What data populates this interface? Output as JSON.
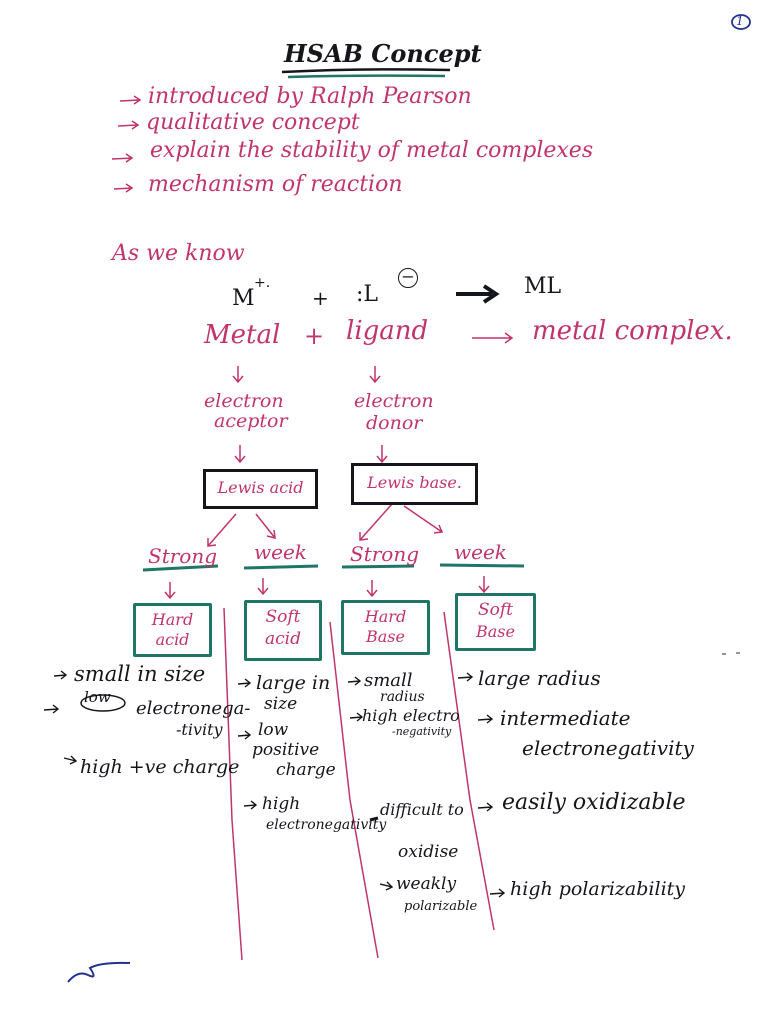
{
  "page_number": "1",
  "title": "HSAB Concept",
  "intro_points": [
    "introduced by Ralph Pearson",
    "qualitative concept",
    "explain the stability of metal complexes",
    "mechanism of reaction"
  ],
  "as_we_know": "As we know",
  "equation": {
    "metal": "M",
    "metal_charge": "+.",
    "plus": "+",
    "ligand": ":L",
    "ligand_charge": "−",
    "product": "ML"
  },
  "words": {
    "metal": "Metal",
    "plus": "+",
    "ligand": "ligand",
    "complex": "metal complex."
  },
  "roles": {
    "acceptor_1": "electron",
    "acceptor_2": "aceptor",
    "donor_1": "electron",
    "donor_2": "donor"
  },
  "lewis": {
    "acid": "Lewis acid",
    "base": "Lewis base."
  },
  "strengths": [
    "Strong",
    "week",
    "Strong",
    "week"
  ],
  "categories": [
    {
      "line1": "Hard",
      "line2": "acid"
    },
    {
      "line1": "Soft",
      "line2": "acid"
    },
    {
      "line1": "Hard",
      "line2": "Base"
    },
    {
      "line1": "Soft",
      "line2": "Base"
    }
  ],
  "hard_acid": {
    "p1": "small in size",
    "p2_word": "low",
    "p2_a": "electronega-",
    "p2_b": "-tivity",
    "p3": "high +ve charge"
  },
  "soft_acid": {
    "p1_a": "large in",
    "p1_b": "size",
    "p2_a": "low",
    "p2_b": "positive",
    "p2_c": "charge",
    "p3_a": "high",
    "p3_b": "electronegativity"
  },
  "hard_base": {
    "p1_a": "small",
    "p1_b": "radius",
    "p2_a": "high electro",
    "p2_b": "-negativity",
    "p3_a": "difficult to",
    "p3_b": "oxidise",
    "p4_a": "weakly",
    "p4_b": "polarizable"
  },
  "soft_base": {
    "p1": "large radius",
    "p2_a": "intermediate",
    "p2_b": "electronegativity",
    "p3": "easily oxidizable",
    "p4": "high polarizability"
  }
}
